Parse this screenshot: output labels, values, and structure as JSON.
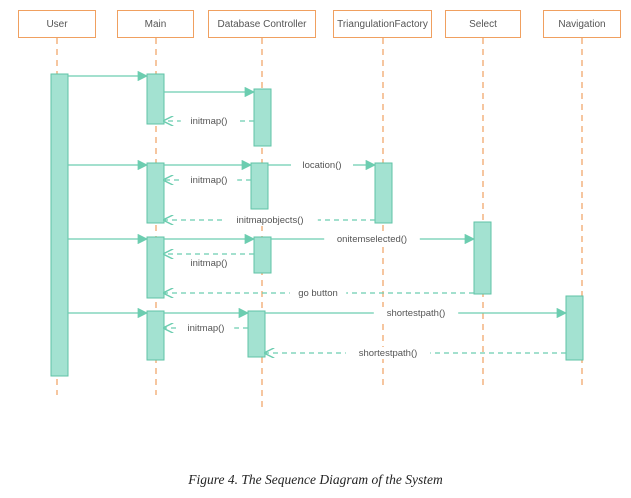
{
  "participants": [
    {
      "id": "user",
      "label": "User"
    },
    {
      "id": "main",
      "label": "Main"
    },
    {
      "id": "db",
      "label": "Database Controller"
    },
    {
      "id": "tri",
      "label": "TriangulationFactory"
    },
    {
      "id": "select",
      "label": "Select"
    },
    {
      "id": "nav",
      "label": "Navigation"
    }
  ],
  "messages": [
    {
      "from": "user",
      "to": "main",
      "label": "",
      "kind": "call"
    },
    {
      "from": "main",
      "to": "db",
      "label": "",
      "kind": "call"
    },
    {
      "from": "db",
      "to": "main",
      "label": "initmap()",
      "kind": "return"
    },
    {
      "from": "user",
      "to": "main",
      "label": "",
      "kind": "call"
    },
    {
      "from": "main",
      "to": "db",
      "label": "",
      "kind": "call"
    },
    {
      "from": "db",
      "to": "tri",
      "label": "location()",
      "kind": "call"
    },
    {
      "from": "db",
      "to": "main",
      "label": "initmap()",
      "kind": "return"
    },
    {
      "from": "tri",
      "to": "main",
      "label": "initmapobjects()",
      "kind": "return"
    },
    {
      "from": "user",
      "to": "main",
      "label": "",
      "kind": "call"
    },
    {
      "from": "main",
      "to": "db",
      "label": "",
      "kind": "call"
    },
    {
      "from": "db",
      "to": "select",
      "label": "onitemselected()",
      "kind": "call"
    },
    {
      "from": "db",
      "to": "main",
      "label": "initmap()",
      "kind": "return"
    },
    {
      "from": "select",
      "to": "main",
      "label": "go button",
      "kind": "return"
    },
    {
      "from": "user",
      "to": "main",
      "label": "",
      "kind": "call"
    },
    {
      "from": "main",
      "to": "db",
      "label": "",
      "kind": "call"
    },
    {
      "from": "db",
      "to": "main",
      "label": "initmap()",
      "kind": "return"
    },
    {
      "from": "db",
      "to": "nav",
      "label": "shortestpath()",
      "kind": "call"
    },
    {
      "from": "nav",
      "to": "db",
      "label": "shortestpath()",
      "kind": "return"
    }
  ],
  "caption": "Figure 4. The Sequence Diagram of the System",
  "colors": {
    "box_border": "#f0a060",
    "lifeline": "#f0a060",
    "activation_fill": "#a3e2d1",
    "activation_stroke": "#5fc3a6",
    "arrow": "#6ccdb0",
    "label": "#555555"
  }
}
